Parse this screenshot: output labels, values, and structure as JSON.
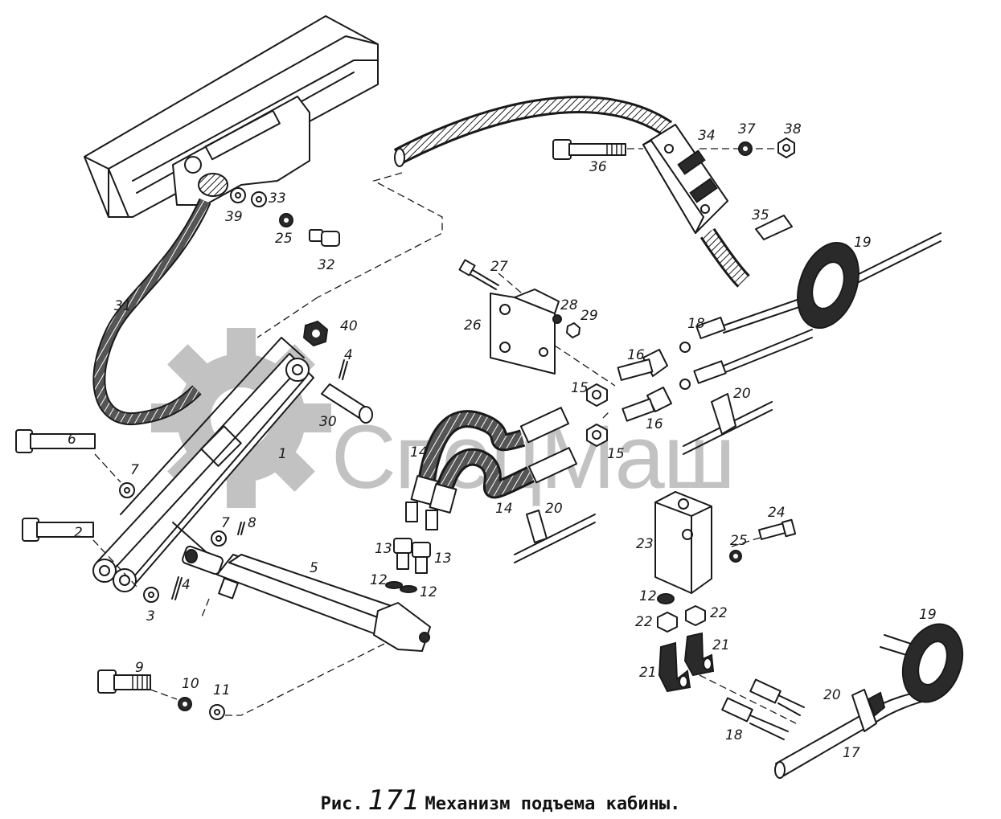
{
  "caption": {
    "prefix": "Рис.",
    "number": "171",
    "title": "Механизм подъема кабины."
  },
  "watermark": {
    "text": "СпецМаш",
    "logo_icon": "gear-icon"
  },
  "part_labels": {
    "p1": "1",
    "p2": "2",
    "p3": "3",
    "p4a": "4",
    "p4b": "4",
    "p5": "5",
    "p6": "6",
    "p7a": "7",
    "p7b": "7",
    "p8": "8",
    "p9": "9",
    "p10": "10",
    "p11": "11",
    "p12a": "12",
    "p12b": "12",
    "p12c": "12",
    "p13a": "13",
    "p13b": "13",
    "p14a": "14",
    "p14b": "14",
    "p15a": "15",
    "p15b": "15",
    "p16a": "16",
    "p16b": "16",
    "p17": "17",
    "p18a": "18",
    "p18b": "18",
    "p19a": "19",
    "p19b": "19",
    "p20a": "20",
    "p20b": "20",
    "p20c": "20",
    "p21a": "21",
    "p21b": "21",
    "p22a": "22",
    "p22b": "22",
    "p23": "23",
    "p24": "24",
    "p25a": "25",
    "p25b": "25",
    "p26": "26",
    "p27": "27",
    "p28": "28",
    "p29": "29",
    "p30": "30",
    "p31": "31",
    "p32": "32",
    "p33": "33",
    "p34": "34",
    "p35": "35",
    "p36": "36",
    "p37": "37",
    "p38": "38",
    "p39": "39",
    "p40": "40"
  }
}
